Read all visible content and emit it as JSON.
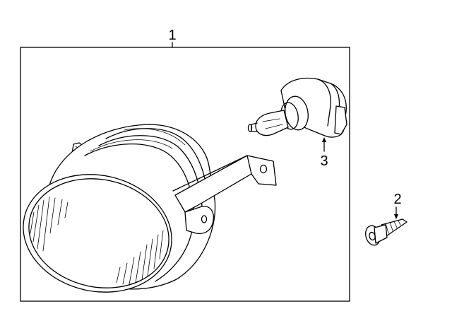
{
  "callouts": {
    "fog_lamp": "1",
    "screw": "2",
    "bulb": "3"
  },
  "colors": {
    "line": "#000000",
    "background": "#ffffff"
  }
}
